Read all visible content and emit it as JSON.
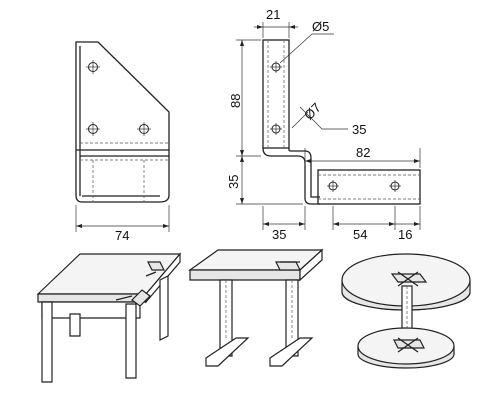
{
  "dimensions": {
    "front_width": "74",
    "top_width": "21",
    "hole_diameter": "Ø5",
    "height_upper": "88",
    "height_lower": "35",
    "hole_slot": "Ø7",
    "slot_offset": "35",
    "foot_length": "82",
    "bottom_offset": "35",
    "hole_spacing": "54",
    "end_offset": "16"
  }
}
